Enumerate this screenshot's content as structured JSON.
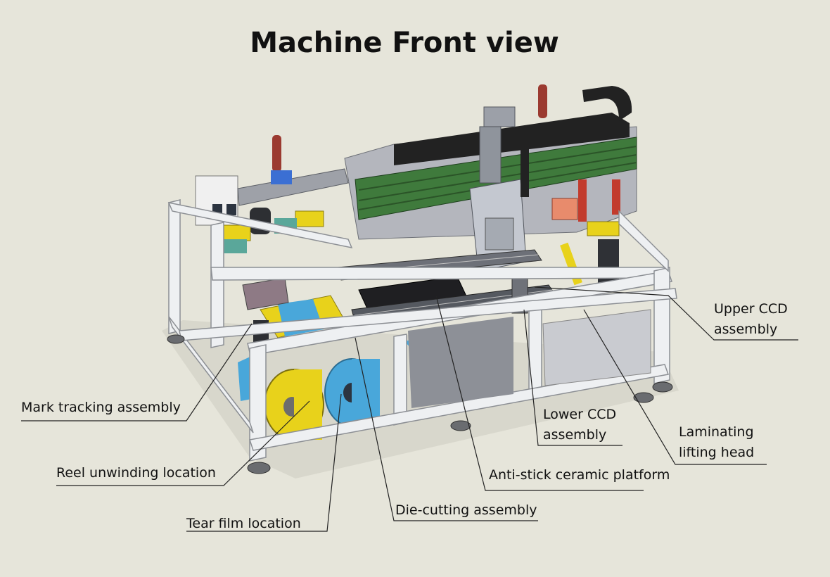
{
  "title": "Machine Front view",
  "labels": {
    "upper_ccd": [
      "Upper CCD",
      "assembly"
    ],
    "lower_ccd": [
      "Lower CCD",
      "assembly"
    ],
    "laminating": [
      "Laminating",
      "lifting head"
    ],
    "anti_stick": "Anti-stick ceramic platform",
    "die_cutting": "Die-cutting assembly",
    "mark_tracking": "Mark tracking assembly",
    "reel_unwinding": "Reel unwinding location",
    "tear_film": "Tear film location"
  },
  "colors": {
    "background": "#e6e5da",
    "frame": "#eef0f2",
    "frame_edge": "#8c8f94",
    "rail_green": "#3f7a3c",
    "rail_black": "#222222",
    "accent_yellow": "#e8d21b",
    "accent_blue": "#49a7da",
    "accent_red": "#c23b2d",
    "steel": "#a9adb4"
  }
}
